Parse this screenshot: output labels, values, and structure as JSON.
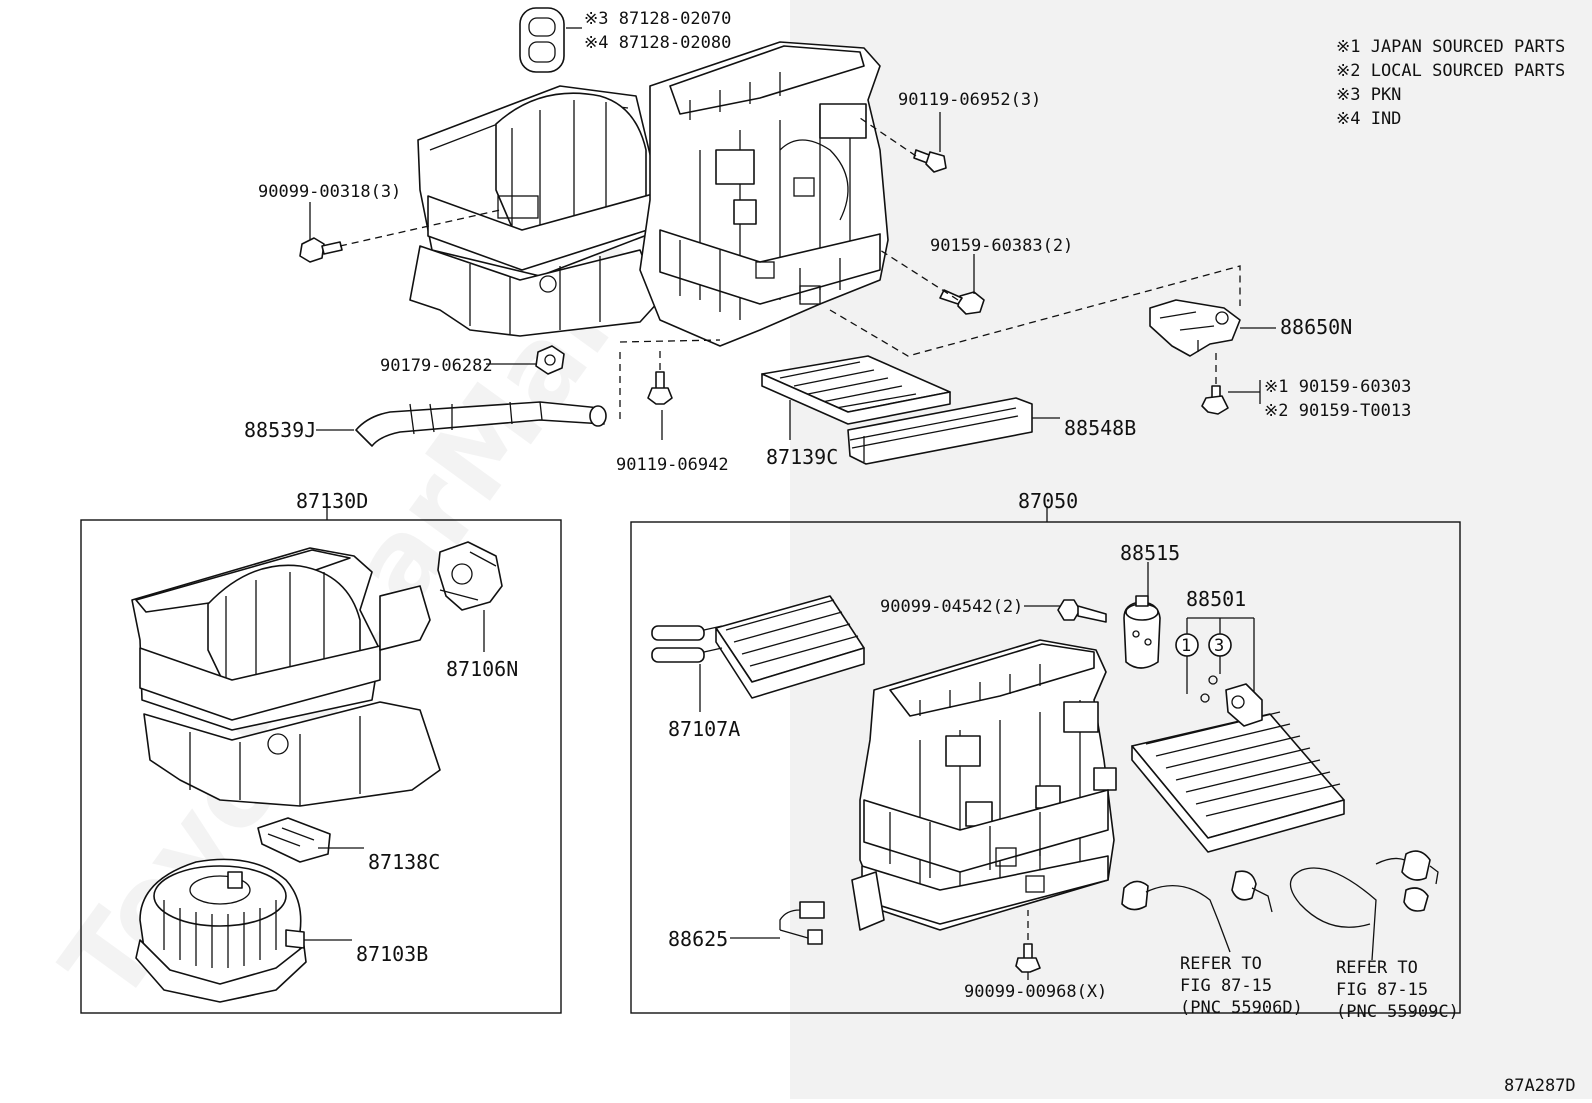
{
  "notes": [
    "※1  JAPAN SOURCED PARTS",
    "※2  LOCAL SOURCED PARTS",
    "※3  PKN",
    "※4  IND"
  ],
  "watermark": "ToyotaCarManuals",
  "figure_code": "87A287D",
  "labels": {
    "p87128a": "※3 87128-02070",
    "p87128b": "※4 87128-02080",
    "p90119_06952": "90119-06952(3)",
    "p90099_00318": "90099-00318(3)",
    "p90159_60383": "90159-60383(2)",
    "p88650N": "88650N",
    "p90159_60303": "※1 90159-60303",
    "p90159_T0013": "※2 90159-T0013",
    "p90179_06282": "90179-06282",
    "p88539J": "88539J",
    "p90119_06942": "90119-06942",
    "p87139C": "87139C",
    "p88548B": "88548B",
    "p87130D": "87130D",
    "p87106N": "87106N",
    "p87138C": "87138C",
    "p87103B": "87103B",
    "p87050": "87050",
    "p88515": "88515",
    "p88501": "88501",
    "p90099_04542": "90099-04542(2)",
    "p87107A": "87107A",
    "p88625": "88625",
    "p90099_00968": "90099-00968(X)",
    "circle1": "1",
    "circle3": "3"
  },
  "refer_a": [
    "REFER TO",
    "FIG 87-15",
    "(PNC 55906D)"
  ],
  "refer_b": [
    "REFER TO",
    "FIG 87-15",
    "(PNC 55909C)"
  ]
}
